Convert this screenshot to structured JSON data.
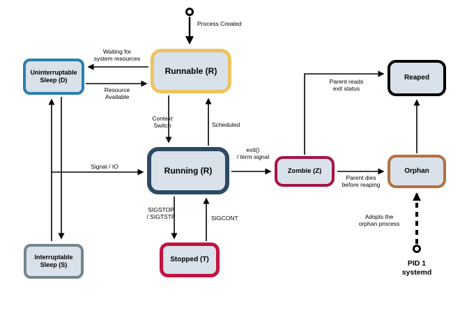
{
  "diagram": {
    "subject": "Linux process state transitions",
    "nodes": {
      "uninterruptable": {
        "label": "Uninterruptable\nSleep (D)",
        "border_color": "#2a7fb0"
      },
      "runnable": {
        "label": "Runnable (R)",
        "border_color": "#eec35e"
      },
      "running": {
        "label": "Running (R)",
        "border_color": "#2d4a63"
      },
      "stopped": {
        "label": "Stopped (T)",
        "border_color": "#c41240"
      },
      "interruptable": {
        "label": "Interruptable\nSleep (S)",
        "border_color": "#75858f"
      },
      "zombie": {
        "label": "Zombie (Z)",
        "border_color": "#a81243"
      },
      "reaped": {
        "label": "Reaped",
        "border_color": "#000000"
      },
      "orphan": {
        "label": "Orphan",
        "border_color": "#b4713f"
      }
    },
    "edges": {
      "process_created": "Process Created",
      "waiting": "Waiting for\nsystem resources",
      "resource": "Resource\nAvailable",
      "context_switch": "Context\nSwitch",
      "scheduled": "Scheduled",
      "signal_io": "Signal / IO",
      "sigstop": "SIGSTOP\n/ SIGTSTP",
      "sigcont": "SIGCONT",
      "exit": "exit()\n/ term signal",
      "parent_reads": "Parent reads\nexit status",
      "parent_dies": "Parent dies\nbefore reaping",
      "adopts": "Adopts the\norphan process"
    },
    "external": {
      "pid1": "PID 1\nsystemd"
    },
    "colors": {
      "node_fill": "#d9e1ea",
      "line": "#000000",
      "background": "#ffffff"
    }
  }
}
